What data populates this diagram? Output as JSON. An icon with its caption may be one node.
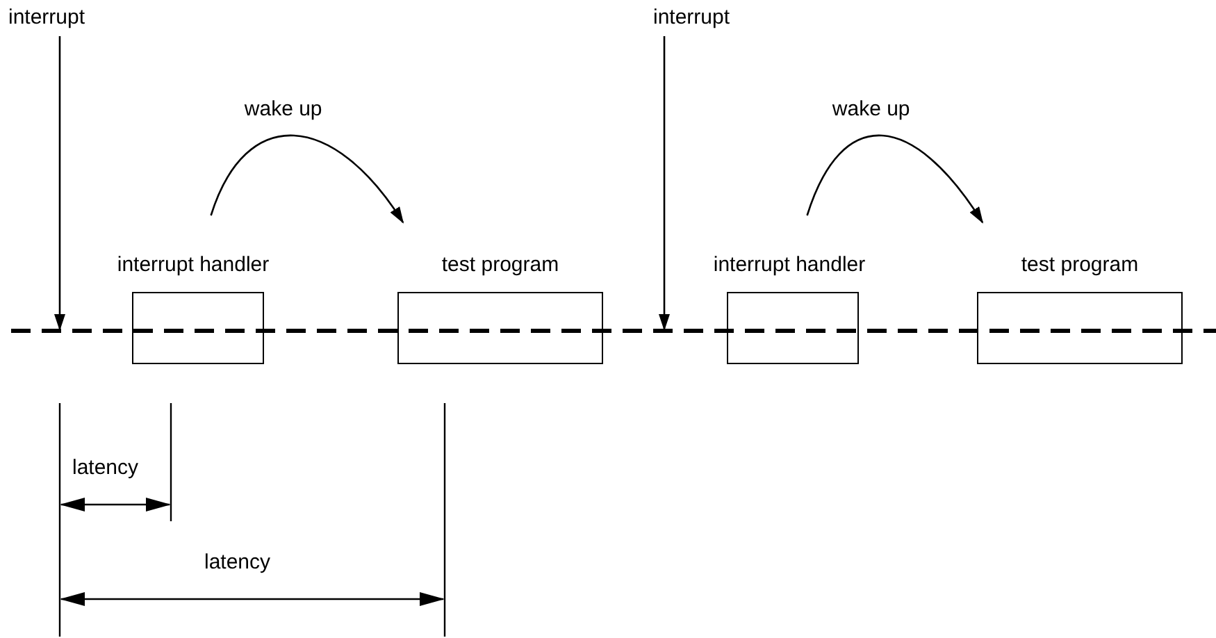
{
  "diagram": {
    "nodes": [
      {
        "text": [
          "interrupt"
        ]
      },
      {
        "text": [
          "interrupt handler"
        ]
      },
      {
        "text": [
          "test program"
        ]
      },
      {
        "text": [
          "interrupt"
        ]
      },
      {
        "text": [
          "interrupt handler"
        ]
      },
      {
        "text": [
          "test program"
        ]
      }
    ],
    "edges": [
      {
        "from": 0,
        "to": null,
        "arrow": "to"
      },
      {
        "from": 1,
        "to": 2,
        "arrow": "to",
        "label": "wake up"
      },
      {
        "from": 3,
        "to": null,
        "arrow": "to"
      },
      {
        "from": 4,
        "to": 5,
        "arrow": "to",
        "label": "wake up"
      }
    ],
    "labels": [
      "latency",
      "latency"
    ]
  }
}
